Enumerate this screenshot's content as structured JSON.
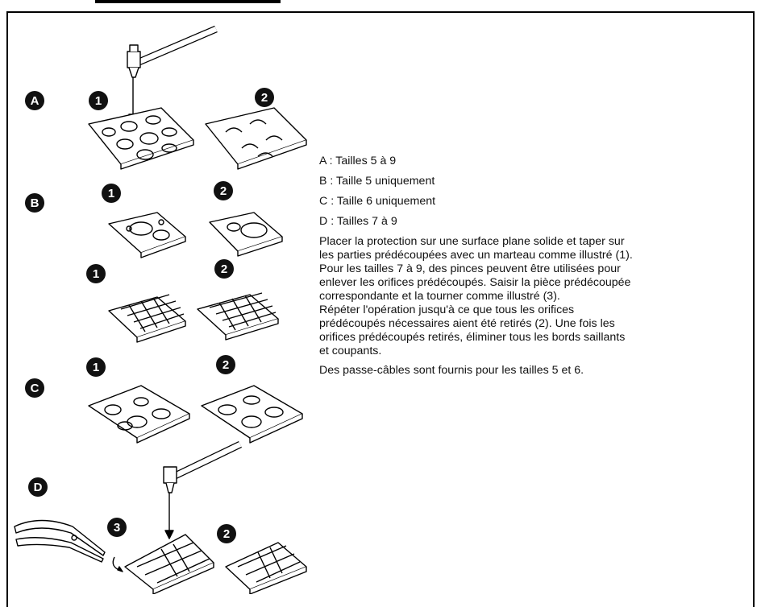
{
  "markers": {
    "section_a": "A",
    "section_b": "B",
    "section_c": "C",
    "section_d": "D",
    "a1": "1",
    "a2": "2",
    "b1": "1",
    "b2": "2",
    "bb1": "1",
    "bb2": "2",
    "c1": "1",
    "c2": "2",
    "d3": "3",
    "d2": "2"
  },
  "legend": {
    "a": "A : Tailles 5 à 9",
    "b": "B : Taille 5 uniquement",
    "c": "C : Taille 6 uniquement",
    "d": "D : Tailles 7 à 9"
  },
  "instructions": {
    "p1_l1": "Placer la protection sur une surface plane solide et taper sur",
    "p1_l2": "les parties prédécoupées avec un marteau comme illustré (1).",
    "p1_l3": "Pour les tailles 7 à 9, des pinces peuvent être utilisées pour",
    "p1_l4": "enlever les orifices prédécoupés. Saisir la pièce prédécoupée",
    "p1_l5": "correspondante et la tourner comme illustré (3).",
    "p1_l6": "Répéter l'opération jusqu'à ce que tous les orifices",
    "p1_l7": "prédécoupés nécessaires aient été retirés (2). Une fois les",
    "p1_l8": "orifices prédécoupés retirés, éliminer tous les bords saillants",
    "p1_l9": "et coupants.",
    "p2": "Des passe-câbles sont fournis pour les tailles 5 et 6."
  }
}
